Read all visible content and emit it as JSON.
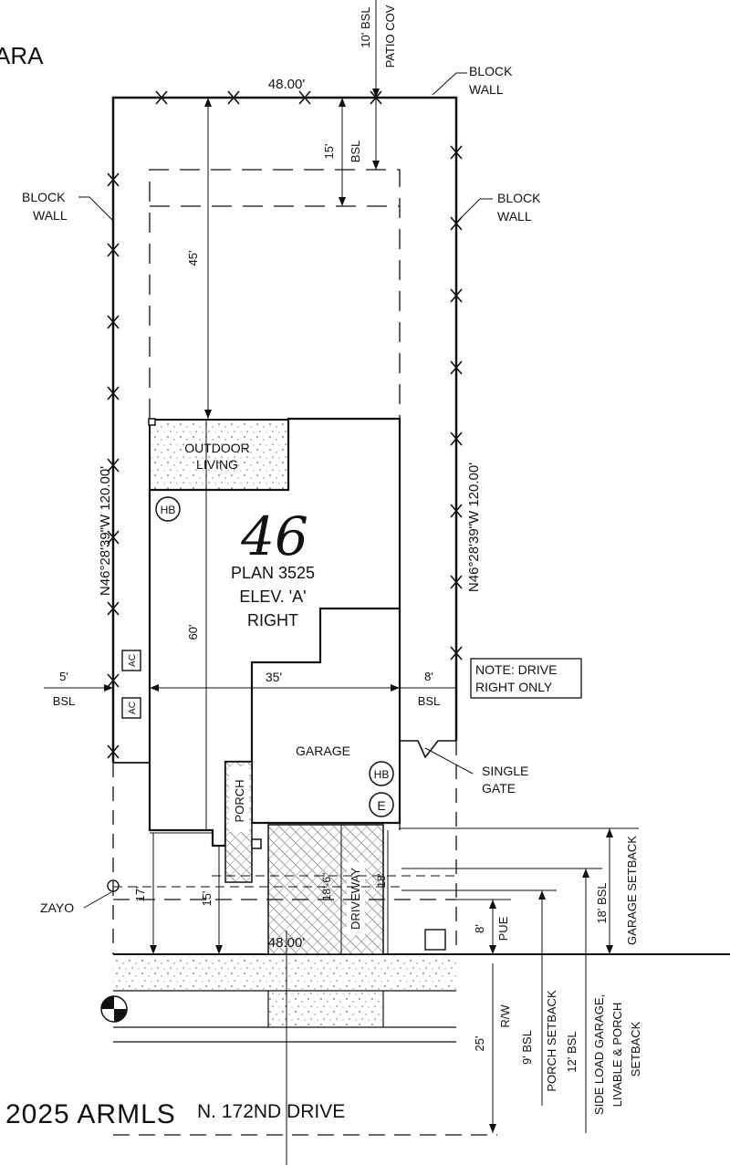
{
  "top_left": "ARA",
  "lot_number": "46",
  "plan": "PLAN 3525",
  "elevation": "ELEV. 'A'",
  "orientation": "RIGHT",
  "frontage_top": "48.00'",
  "frontage_bottom": "48.00'",
  "side_left": "N46°28'39\"W 120.00'",
  "side_right": "N46°28'39\"W 120.00'",
  "outdoor_1": "OUTDOOR",
  "outdoor_2": "LIVING",
  "garage": "GARAGE",
  "porch": "PORCH",
  "driveway": "DRIVEWAY",
  "hb": "HB",
  "e_marker": "E",
  "ac": "AC",
  "block_wall_1": "BLOCK",
  "block_wall_2": "WALL",
  "top_bsl": "10' BSL",
  "patio_cov": "PATIO COV",
  "dim_15_bsl": "15'",
  "bsl": "BSL",
  "dim_45": "45'",
  "dim_60": "60'",
  "dim_35": "35'",
  "dim_5": "5'",
  "dim_8": "8'",
  "dim_17": "17'",
  "dim_15": "15'",
  "dim_18_6": "18'-6\"",
  "dim_18": "18'",
  "note_1": "NOTE: DRIVE",
  "note_2": "RIGHT ONLY",
  "gate_1": "SINGLE",
  "gate_2": "GATE",
  "zayo": "ZAYO",
  "pue_dim": "8'",
  "pue": "PUE",
  "rw_dim": "25'",
  "rw": "R/W",
  "bsl_9": "9' BSL",
  "porch_setback": "PORCH SETBACK",
  "bsl_12": "12' BSL",
  "side_load_1": "SIDE LOAD GARAGE,",
  "side_load_2": "LIVABLE & PORCH",
  "side_load_3": "SETBACK",
  "bsl_18": "18' BSL",
  "garage_setback": "GARAGE SETBACK",
  "watermark": "2025 ARMLS",
  "street": "N. 172ND DRIVE"
}
